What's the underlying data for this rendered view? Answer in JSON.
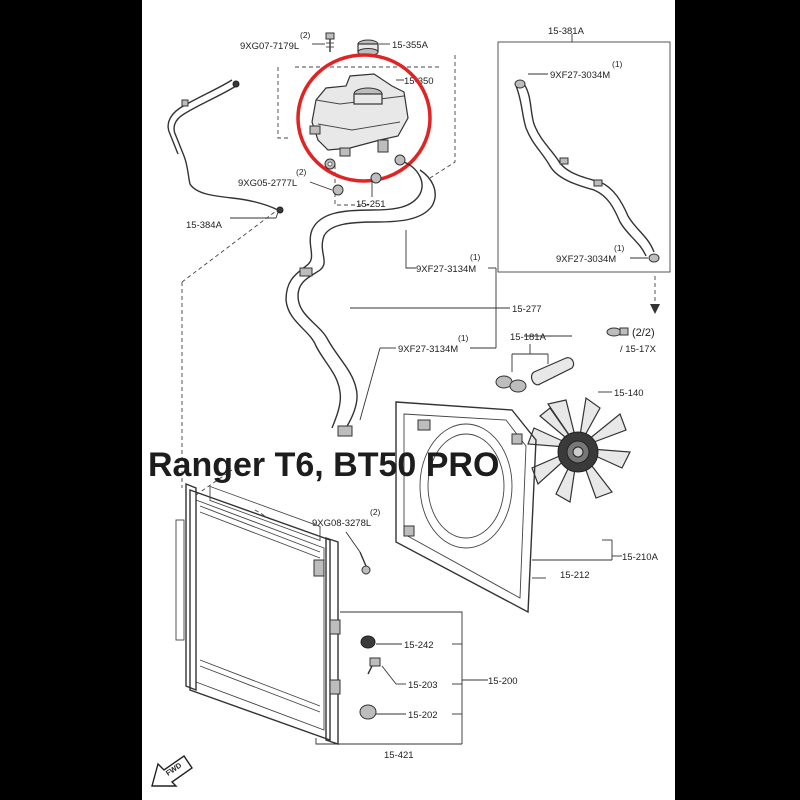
{
  "title": "Ranger T6, BT50 PRO",
  "colors": {
    "background": "#000000",
    "sheet": "#ffffff",
    "highlight_circle": "#e02424",
    "ink": "#333333"
  },
  "fwd_label": "FWD",
  "labels": {
    "p15_381A": "15-381A",
    "p15_355A": "15-355A",
    "p15_350": "15-350",
    "p15_251": "15-251",
    "p15_384A": "15-384A",
    "p15_277": "15-277",
    "p15_181A": "15-181A",
    "p15_140": "15-140",
    "p15_17X": "/ 15-17X",
    "p15_17X_page": "(2/2)",
    "p15_210A": "15-210A",
    "p15_212": "15-212",
    "p15_242": "15-242",
    "p15_203": "15-203",
    "p15_200": "15-200",
    "p15_202": "15-202",
    "p15_421": "15-421",
    "b9XG07": "9XG07-7179L",
    "b9XG05": "9XG05-2777L",
    "b9XF27_3134_a": "9XF27-3134M",
    "b9XF27_3134_b": "9XF27-3134M",
    "b9XF27_3034_a": "9XF27-3034M",
    "b9XF27_3034_b": "9XF27-3034M",
    "b9XG08": "9XG08-3278L"
  },
  "quantities": {
    "q9XG07": "(2)",
    "q9XG05": "(2)",
    "q9XF27_3134_a": "(1)",
    "q9XF27_3134_b": "(1)",
    "q9XF27_3034_a": "(1)",
    "q9XF27_3034_b": "(1)",
    "q9XG08": "(2)"
  }
}
